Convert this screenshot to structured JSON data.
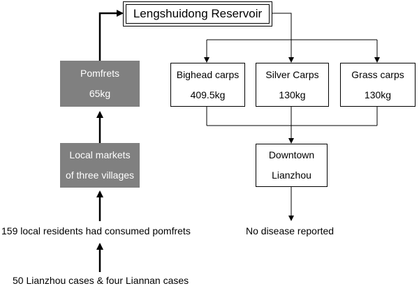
{
  "reservoir": {
    "label": "Lengshuidong Reservoir"
  },
  "left_chain": {
    "pomfrets": {
      "line1": "Pomfrets",
      "line2": "65kg"
    },
    "markets": {
      "line1": "Local markets",
      "line2": "of three villages"
    },
    "residents": "159 local residents had consumed pomfrets",
    "cases": "50 Lianzhou cases & four Liannan cases"
  },
  "fish": [
    {
      "name": "Bighead carps",
      "weight": "409.5kg"
    },
    {
      "name": "Silver Carps",
      "weight": "130kg"
    },
    {
      "name": "Grass carps",
      "weight": "130kg"
    }
  ],
  "downtown": {
    "line1": "Downtown",
    "line2": "Lianzhou"
  },
  "outcome": "No disease reported",
  "colors": {
    "gray_box": "#808080",
    "line": "#000000"
  }
}
